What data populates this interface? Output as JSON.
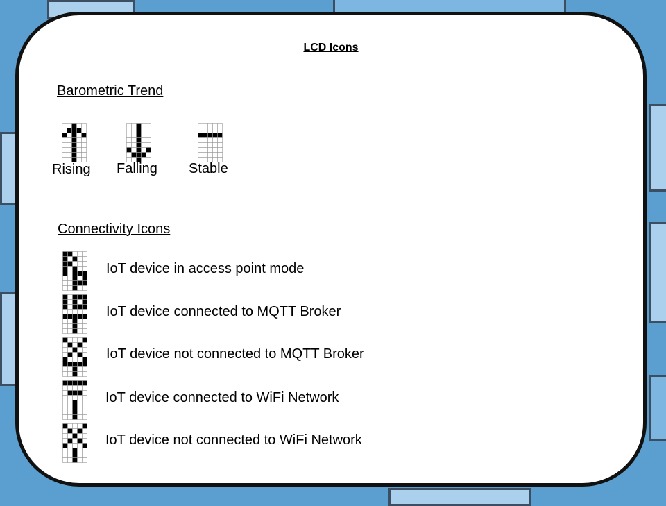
{
  "title": "LCD Icons",
  "barometric": {
    "heading": "Barometric Trend",
    "icons": [
      {
        "label": "Rising",
        "icon": "arrow-up-icon",
        "pixels": [
          "..#..",
          ".###.",
          "#.#.#",
          "..#..",
          "..#..",
          "..#..",
          "..#..",
          "..#.."
        ]
      },
      {
        "label": "Falling",
        "icon": "arrow-down-icon",
        "pixels": [
          "..#..",
          "..#..",
          "..#..",
          "..#..",
          "..#..",
          "#.#.#",
          ".###.",
          "..#.."
        ]
      },
      {
        "label": "Stable",
        "icon": "stable-line-icon",
        "pixels": [
          ".....",
          ".....",
          "#####",
          ".....",
          ".....",
          ".....",
          ".....",
          "....."
        ]
      }
    ]
  },
  "connectivity": {
    "heading": "Connectivity Icons",
    "items": [
      {
        "label": "IoT device in access point mode",
        "icon": "access-point-icon",
        "pixels": [
          "##...",
          "#.#..",
          "##...",
          "#.#..",
          "#.###",
          "..#.#",
          "..###",
          "..#.."
        ]
      },
      {
        "label": "IoT device connected to MQTT Broker",
        "icon": "mqtt-connected-icon",
        "pixels": [
          "#.###",
          "#.#.#",
          "#.###",
          ".....",
          "#####",
          "..#..",
          "..#..",
          "..#.."
        ]
      },
      {
        "label": "IoT device not connected to MQTT Broker",
        "icon": "mqtt-disconnected-icon",
        "pixels": [
          "#...#",
          ".#.#.",
          "..#..",
          ".#.#.",
          "#...#",
          "#####",
          "..#..",
          "..#.."
        ]
      },
      {
        "label": "IoT device connected to WiFi Network",
        "icon": "wifi-connected-icon",
        "pixels": [
          "#####",
          ".....",
          ".###.",
          ".....",
          "..#..",
          "..#..",
          "..#..",
          "..#.."
        ]
      },
      {
        "label": "IoT device not connected to WiFi Network",
        "icon": "wifi-disconnected-icon",
        "pixels": [
          "#...#",
          ".#.#.",
          "..#..",
          ".#.#.",
          "#...#",
          "..#..",
          "..#..",
          "..#.."
        ]
      }
    ]
  }
}
